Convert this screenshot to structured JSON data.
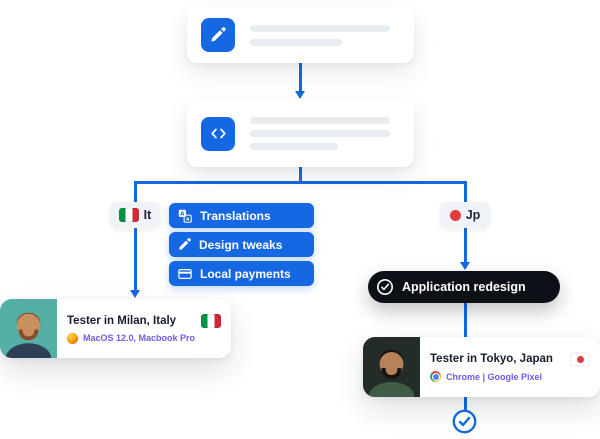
{
  "colors": {
    "accent": "#1567E2",
    "milestone_bg": "#0D1117",
    "subtext": "#6E5BE8",
    "skeleton": "#E8EDF2",
    "pill_bg": "#EFF2F6"
  },
  "steps": {
    "step1": {
      "icon": "pen-icon"
    },
    "step2": {
      "icon": "code-icon"
    }
  },
  "branches": {
    "left": {
      "label": "It",
      "flag": "italy-flag"
    },
    "right": {
      "label": "Jp",
      "flag": "japan-flag"
    }
  },
  "tasks": [
    {
      "icon": "translate-icon",
      "label": "Translations"
    },
    {
      "icon": "pen-icon",
      "label": "Design tweaks"
    },
    {
      "icon": "credit-card-icon",
      "label": "Local payments"
    }
  ],
  "milestone": {
    "icon": "check-circle-icon",
    "label": "Application redesign"
  },
  "testers": {
    "milan": {
      "title": "Tester in Milan, Italy",
      "device": "MacOS 12.0, Macbook Pro",
      "browser": "firefox-icon",
      "flag": "italy-flag"
    },
    "tokyo": {
      "title": "Tester in Tokyo, Japan",
      "device": "Chrome | Google Pixel",
      "browser": "chrome-icon",
      "flag": "japan-flag"
    }
  },
  "flow_end": {
    "icon": "check-circle-icon"
  }
}
